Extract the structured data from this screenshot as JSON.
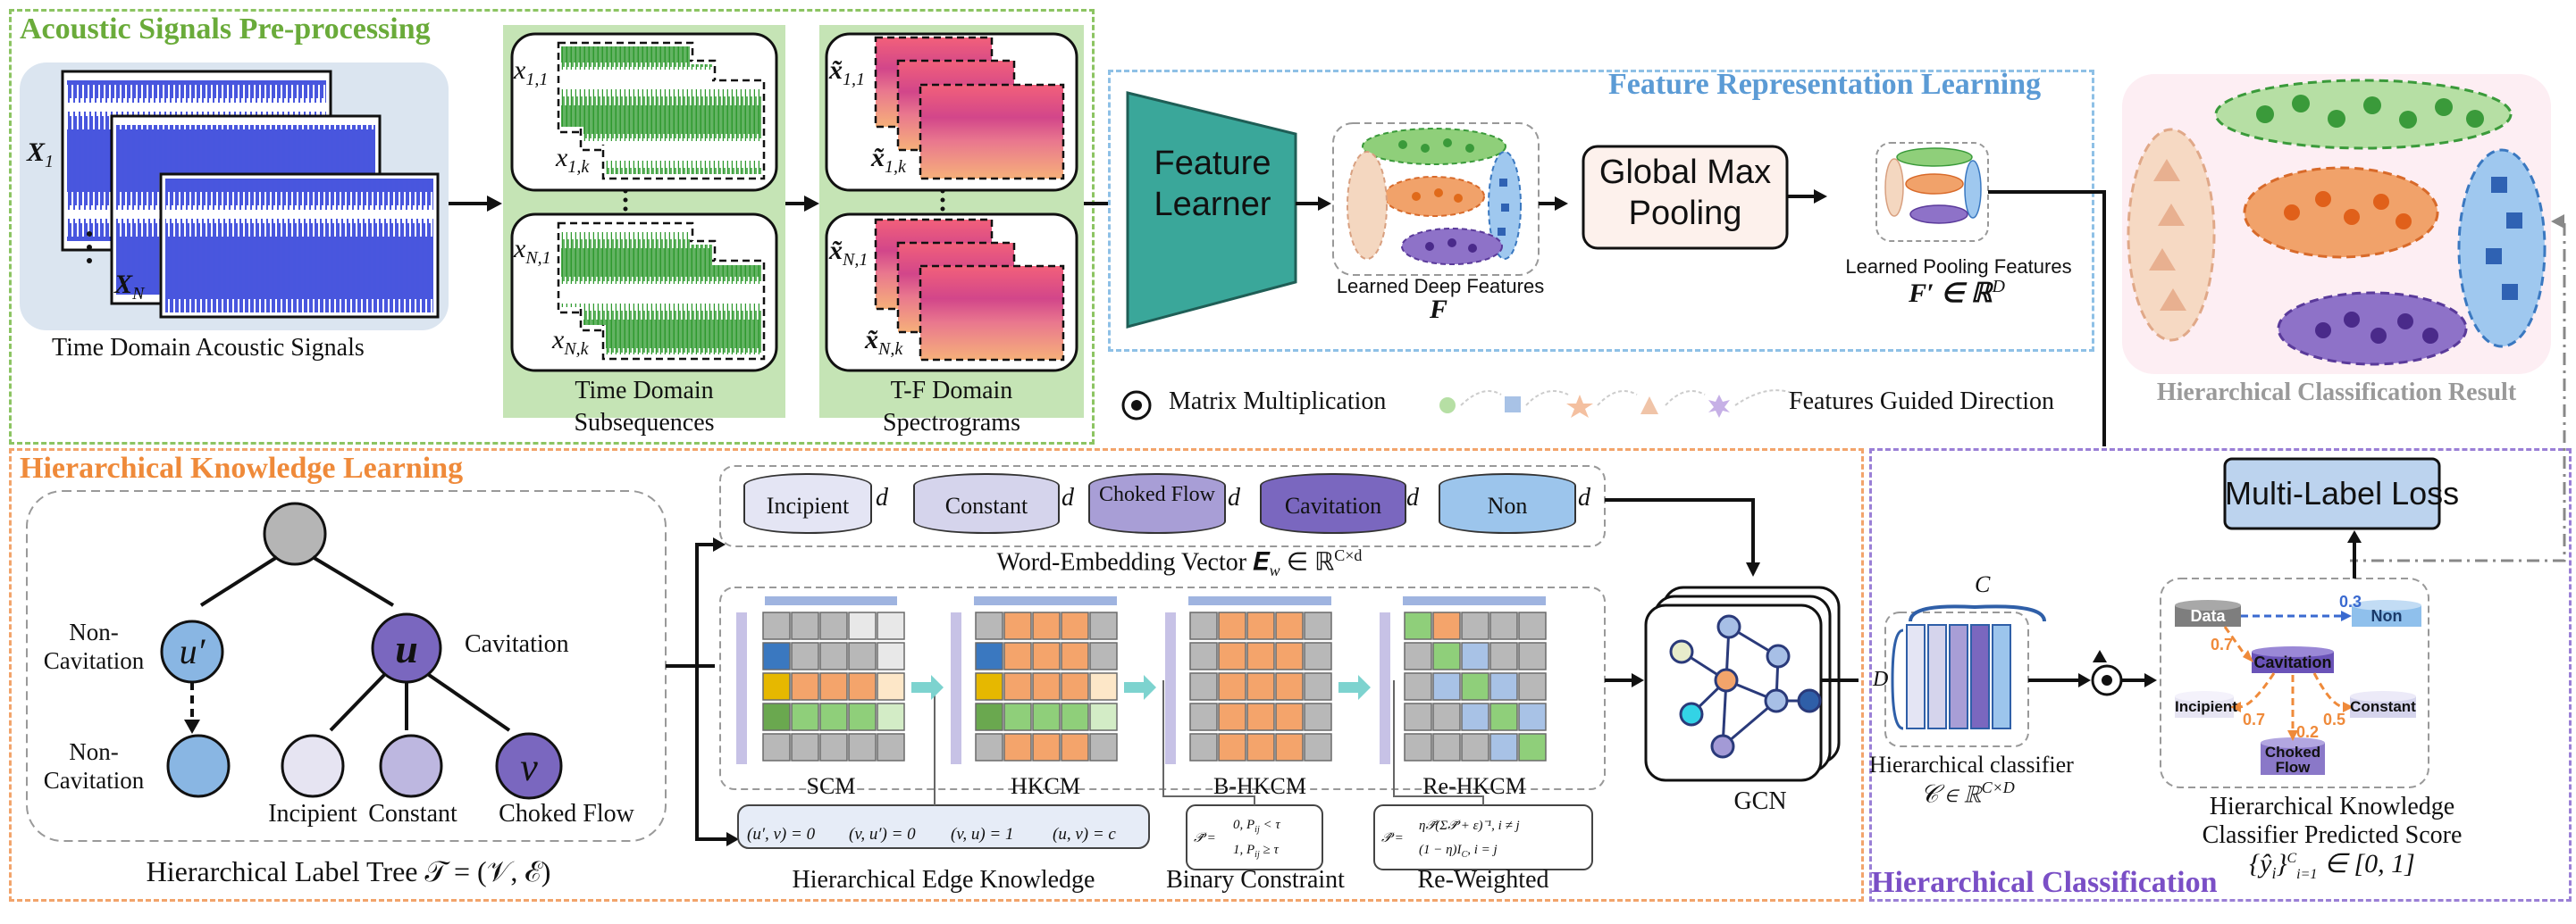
{
  "acoustic": {
    "title": "Acoustic Signals Pre-processing",
    "signal_caption": "Time Domain Acoustic Signals",
    "x1": "X",
    "x1_sub": "1",
    "xn": "X",
    "xn_sub": "N",
    "subseq_caption_1": "Time Domain",
    "subseq_caption_2": "Subsequences",
    "spec_caption_1": "T-F Domain",
    "spec_caption_2": "Spectrograms",
    "x11": "x",
    "x11_sub": "1,1",
    "x1k": "x",
    "x1k_sub": "1,k",
    "xN1": "x",
    "xN1_sub": "N,1",
    "xNk": "x",
    "xNk_sub": "N,k",
    "tx11": "x̃",
    "tx11_sub": "1,1",
    "tx1k": "x̃",
    "tx1k_sub": "1,k",
    "txN1": "x̃",
    "txN1_sub": "N,1",
    "txNk": "x̃",
    "txNk_sub": "N,k"
  },
  "feature": {
    "title": "Feature Representation Learning",
    "learner_line1": "Feature",
    "learner_line2": "Learner",
    "deep_caption": "Learned Deep Features",
    "deep_symbol": "F",
    "gmp_line1": "Global Max",
    "gmp_line2": "Pooling",
    "pool_caption": "Learned Pooling Features",
    "pool_symbol": "F′ ∈ ℝ",
    "pool_sup": "D",
    "legend_mm": "Matrix Multiplication",
    "legend_dir": "Features Guided Direction"
  },
  "result": {
    "caption": "Hierarchical Classification Result"
  },
  "knowledge": {
    "title": "Hierarchical Knowledge Learning",
    "tree_caption": "Hierarchical Label Tree 𝒯 = (𝒱, ℰ)",
    "node_u_prime": "u′",
    "node_u": "u",
    "node_v": "v",
    "non_cav_1": "Non-",
    "non_cav_1b": "Cavitation",
    "non_cav_2": "Non-",
    "non_cav_2b": "Cavitation",
    "cavitation": "Cavitation",
    "incipient": "Incipient",
    "constant": "Constant",
    "choked": "Choked Flow",
    "embed_labels": [
      "Incipient",
      "Constant",
      "Choked Flow",
      "Cavitation",
      "Non"
    ],
    "embed_d": "d",
    "embed_caption": "Word-Embedding Vector 𝑬",
    "embed_caption_sub": "w",
    "embed_caption_rest": " ∈ ℝ",
    "embed_caption_sup": "C×d",
    "matrix_labels": [
      "SCM",
      "HKCM",
      "B-HKCM",
      "Re-HKCM"
    ],
    "edge_rules": [
      "(u′, v) = 0",
      "(v, u′) = 0",
      "(v, u) = 1",
      "(u, v) = c"
    ],
    "edge_caption": "Hierarchical Edge Knowledge",
    "binary_caption": "Binary Constraint",
    "binary_formula_1": "0, P",
    "binary_formula_1b": "ij",
    "binary_formula_1c": " < τ",
    "binary_formula_2": "1, P",
    "binary_formula_2b": "ij",
    "binary_formula_2c": " ≥ τ",
    "binary_lhs": "𝒫̃ =",
    "reweight_caption": "Re-Weighted",
    "reweight_lhs": "𝒫̂ =",
    "reweight_1": "η𝒫̃(Σ𝒫̃ + ε)⁻¹, i ≠ j",
    "reweight_2": "(1 − η)I",
    "reweight_2b": "C",
    "reweight_2c": ", i = j",
    "gcn_caption": "GCN"
  },
  "classification": {
    "title": "Hierarchical Classification",
    "loss": "Multi-Label Loss",
    "classifier_caption": "Hierarchical classifier",
    "classifier_formula": "𝒞 ∈ ℝ",
    "classifier_sup": "C×D",
    "c_label": "C",
    "d_label": "D",
    "score_caption_1": "Hierarchical Knowledge",
    "score_caption_2": "Classifier Predicted Score",
    "score_formula": "{ŷ",
    "score_formula_sub": "i",
    "score_formula_rest": "}",
    "score_formula_sup": "C",
    "score_formula_sub2": "i=1",
    "score_formula_end": " ∈ [0, 1]",
    "nodes": {
      "data": "Data",
      "non": "Non",
      "cavitation": "Cavitation",
      "incipient": "Incipient",
      "constant": "Constant",
      "choked_1": "Choked",
      "choked_2": "Flow"
    },
    "weights": {
      "data_non": "0.3",
      "data_cav": "0.7",
      "cav_inc": "0.7",
      "cav_const": "0.5",
      "cav_choke": "0.2"
    }
  },
  "colors": {
    "green_border": "#7fbf4f",
    "blue_border": "#7fb2dd",
    "orange_border": "#f2a46b",
    "purple_border": "#9a7fd6",
    "feature_title": "#5b9bd5",
    "ack_title": "#6aab3a",
    "hk_title": "#ef8a3a",
    "hc_title": "#7a4fc6",
    "teal": "#3aa79a"
  }
}
